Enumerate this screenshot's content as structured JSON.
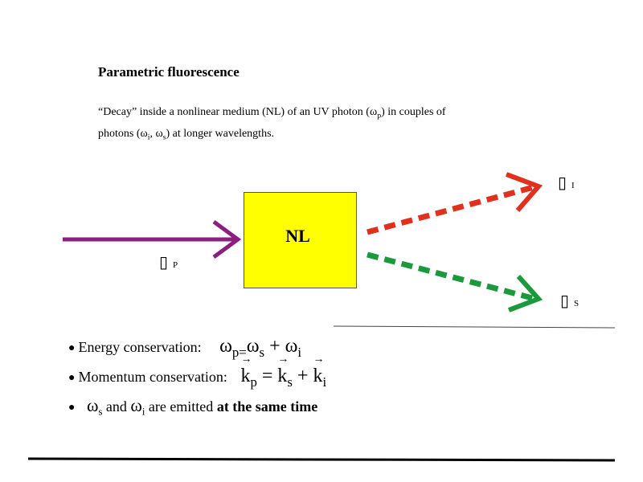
{
  "title": "Parametric fluorescence",
  "description": {
    "line1_a": "“Decay” inside a nonlinear medium (NL) of an UV photon (",
    "line1_omega": "ω",
    "line1_sub": "p",
    "line1_b": ") in couples of",
    "line2_a": "photons (",
    "line2_omega1": "ω",
    "line2_sub1": "i",
    "line2_comma": ", ",
    "line2_omega2": "ω",
    "line2_sub2": "s",
    "line2_b": ") at longer wavelengths."
  },
  "diagram": {
    "box_label": "NL",
    "box_color": "#ffff00",
    "pump_color": "#8b1f7f",
    "idler_color": "#e0301e",
    "signal_color": "#1a9a3c",
    "pump_glyph": "▯",
    "pump_sub": "P",
    "idler_glyph": "▯",
    "idler_sub": "I",
    "signal_glyph": "▯",
    "signal_sub": "S"
  },
  "bullets": {
    "energy_label": "Energy conservation:",
    "energy_eq": {
      "omega": "ω",
      "p_sub": "p=",
      "s_sub": "s",
      "plus": "+",
      "i_sub": "i"
    },
    "momentum_label": "Momentum conservation:",
    "momentum_eq": {
      "k": "k",
      "p_sub": "p",
      "eq": "=",
      "s_sub": "s",
      "plus": "+",
      "i_sub": "i"
    },
    "time": {
      "omega": "ω",
      "s_sub": "s",
      "and": "and",
      "i_sub": "i",
      "are_emitted": "are emitted",
      "bold": "at the same time"
    }
  }
}
